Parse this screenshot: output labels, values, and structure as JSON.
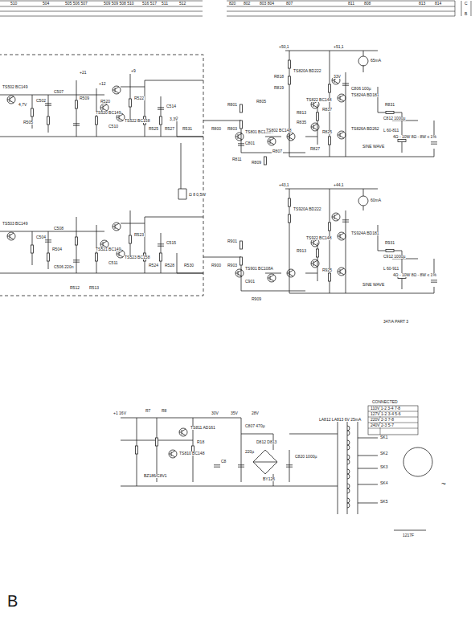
{
  "diagram": {
    "labels": [
      "510",
      "504",
      "505 506 507",
      "509 509 508 510",
      "516 517",
      "511",
      "512",
      "820",
      "802",
      "803 804",
      "807",
      "811",
      "808",
      "813",
      "814",
      "C",
      "B",
      "+50,1",
      "+51,1",
      "65mA",
      "R818",
      "R819",
      "TS820A BD222",
      "33V",
      "C806 100µ",
      "TS824A BD181",
      "TS822 BC148",
      "R813",
      "R837",
      "R835",
      "TS826A BD262",
      "R825",
      "R827",
      "R831",
      "C812 1000µ",
      "L 60-811",
      "4Ω - 10W 8Ω - 8W ≤ 1%",
      "SINE WAVE",
      "R801",
      "R803",
      "C801",
      "TS801 BC108A",
      "R805",
      "R809",
      "R807",
      "R811",
      "TS802 BC148",
      "+43,1",
      "+44,1",
      "60mA",
      "TS920A BD222",
      "TS924A BD181",
      "TS922 BC148",
      "R913",
      "R925",
      "R931",
      "C912 1000µ",
      "L 60-911",
      "4Ω - 10W 8Ω - 8W ≤ 1%",
      "SINE WAVE",
      "R901",
      "R903",
      "C901",
      "TS901 BC108A",
      "R909",
      "347/A PART 3",
      "TS502 BC149",
      "4,7V",
      "C502",
      "R505",
      "C507",
      "R509",
      "TS520 BC149",
      "R520",
      "C510",
      "TS522 BC158",
      "R522",
      "+9",
      "+12",
      "+21",
      "R525",
      "R527",
      "C514",
      "3,3V",
      "R531",
      "TS503 BC149",
      "C504",
      "R504",
      "C508",
      "C506 220n",
      "R512",
      "R513",
      "R523",
      "TS521 BC149",
      "TS523 BC158",
      "C511",
      "R524",
      "R528",
      "C515",
      "R530",
      "Ω 8 0,5W",
      "R800",
      "R900",
      "R7",
      "R8",
      "TS811 AD161",
      "TS810 BC148",
      "BZ186/C8V1",
      "R18",
      "C8",
      "C807 470µ",
      "D812 D813",
      "BY126",
      "C820 1000µ",
      "LA812 LA813 6V 25mA",
      "SK1",
      "SK2",
      "SK3",
      "SK4",
      "SK5",
      "1217F",
      "CONNECTED",
      "110V 1-2 3-4 7-8",
      "127V 1-2 3-4 5-6",
      "220V 2-3 7-8",
      "240V 2-3 5-7",
      "+1 16V",
      "30V",
      "35V",
      "28V",
      "220µ",
      "~",
      "B"
    ]
  }
}
